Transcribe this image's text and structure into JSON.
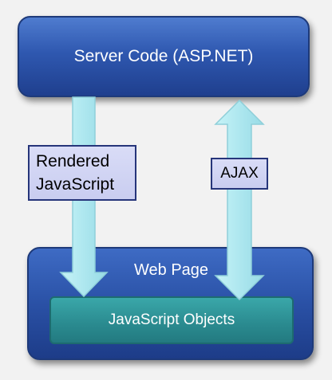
{
  "server": {
    "label": "Server Code (ASP.NET)"
  },
  "web_page": {
    "label": "Web Page"
  },
  "js_objects": {
    "label": "JavaScript Objects"
  },
  "rendered": {
    "line1": "Rendered",
    "line2": "JavaScript"
  },
  "ajax": {
    "label": "AJAX"
  },
  "colors": {
    "server_box": "#2f58b0",
    "web_page_box": "#2a51a6",
    "js_objects_box": "#2a8a8f",
    "arrow_fill": "#b3ecf2",
    "arrow_stroke": "#8fcfd9",
    "label_box": "#d9dcf7",
    "background": "#f2f2f2"
  }
}
